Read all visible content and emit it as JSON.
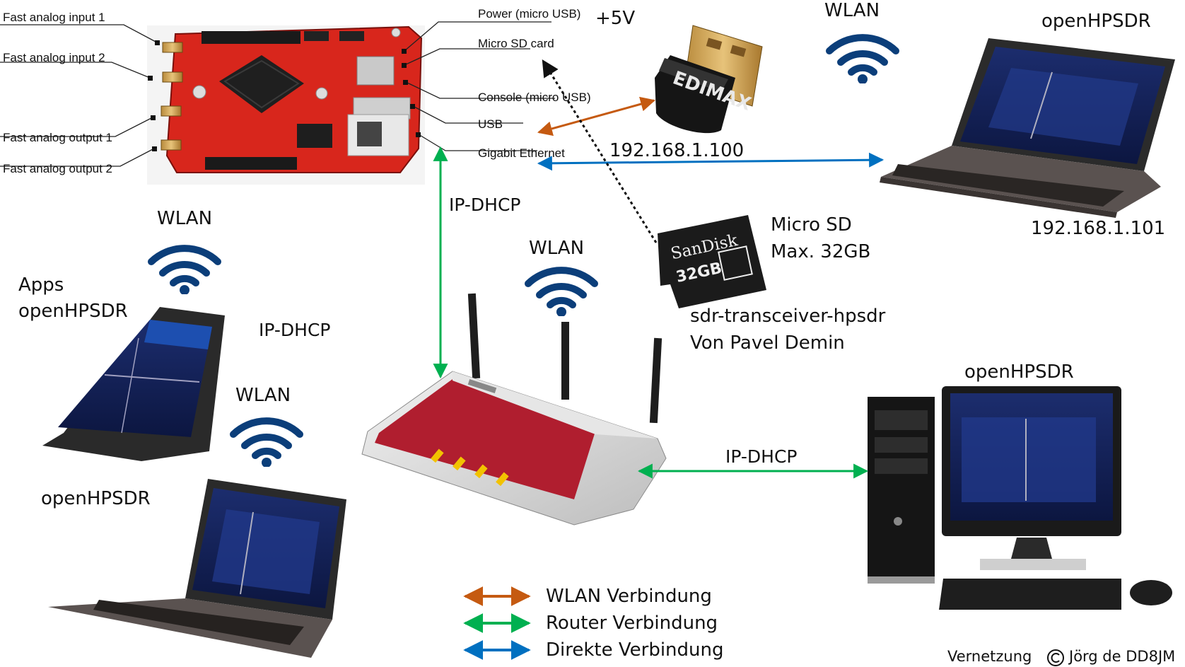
{
  "board_callouts": {
    "fast_analog_input_1": "Fast analog input 1",
    "fast_analog_input_2": "Fast analog input 2",
    "fast_analog_output_1": "Fast analog output 1",
    "fast_analog_output_2": "Fast analog output 2",
    "power": "Power (micro USB)",
    "power_voltage": "+5V",
    "micro_sd_card": "Micro SD card",
    "console": "Console (micro USB)",
    "usb": "USB",
    "gigabit_ethernet": "Gigabit Ethernet"
  },
  "board_markings": {
    "sd_card_brand": "SanDisk",
    "sd_card_capacity": "32GB",
    "usb_adapter_brand": "EDIMAX"
  },
  "labels": {
    "wlan": "WLAN",
    "open_hpsdr": "openHPSDR",
    "apps": "Apps",
    "ip_dhcp": "IP-DHCP",
    "ip_address_board": "192.168.1.100",
    "ip_address_laptop": "192.168.1.101",
    "micro_sd": "Micro SD",
    "micro_sd_max": "Max. 32GB",
    "software_name": "sdr-transceiver-hpsdr",
    "software_author": "Von Pavel Demin"
  },
  "legend": [
    {
      "label": "WLAN Verbindung",
      "color": "#c55a11"
    },
    {
      "label": "Router Verbindung",
      "color": "#00b050"
    },
    {
      "label": "Direkte Verbindung",
      "color": "#0070c0"
    }
  ],
  "credit": {
    "prefix": "Vernetzung",
    "author": "Jörg de DD8JM",
    "icon": "copyright-icon"
  },
  "colors": {
    "wlan_icon": "#0b3e7a",
    "wlan_link": "#c55a11",
    "router_link": "#00b050",
    "direct_link": "#0070c0",
    "board_red": "#d8261c",
    "router_red": "#b01e2f"
  }
}
